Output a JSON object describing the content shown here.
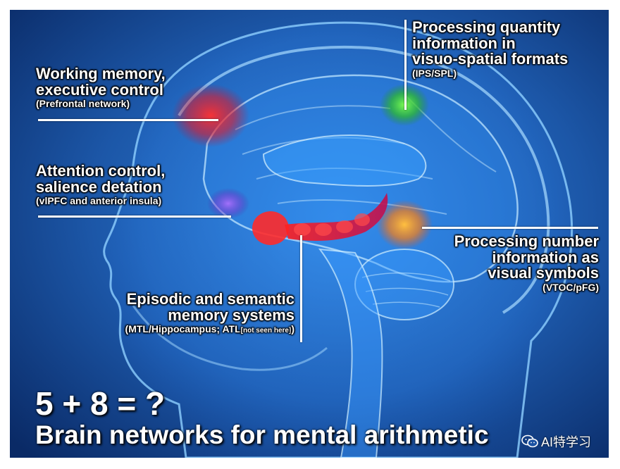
{
  "labels": {
    "working_memory": {
      "title_1": "Working memory,",
      "title_2": "executive control",
      "region": "(Prefrontal network)"
    },
    "attention": {
      "title_1": "Attention control,",
      "title_2": "salience detation",
      "region": "(vlPFC and anterior insula)"
    },
    "quantity": {
      "title_1": "Processing quantity",
      "title_2": "information in",
      "title_3": "visuo-spatial formats",
      "region": "(IPS/SPL)"
    },
    "number": {
      "title_1": "Processing number",
      "title_2": "information as",
      "title_3": "visual symbols",
      "region": "(VTOC/pFG)"
    },
    "memory": {
      "title_1": "Episodic and semantic",
      "title_2": "memory systems",
      "region_main": "(MTL/Hippocampus; ATL",
      "region_note": "[not seen here]",
      "region_close": ")"
    }
  },
  "equation": "5 + 8 = ?",
  "title": "Brain networks for mental arithmetic",
  "watermark": {
    "icon": "wechat-icon",
    "text": "AI特学习"
  },
  "colors": {
    "background": "#1b52a3",
    "skull": "#5fb8ff",
    "red": "#ff2a2a",
    "green": "#44dd33",
    "orange": "#ff9a1a",
    "purple": "#9a4ae0"
  }
}
